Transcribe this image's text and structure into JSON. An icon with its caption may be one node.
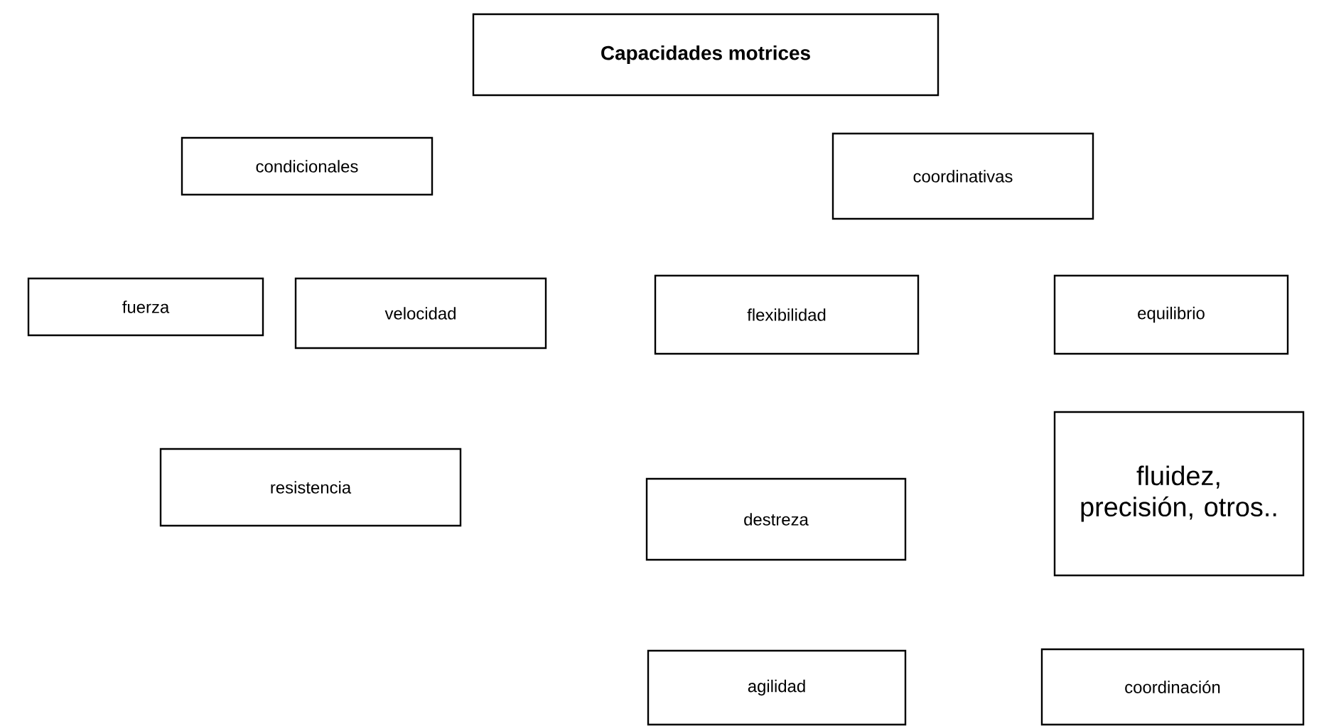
{
  "diagram": {
    "nodes": [
      {
        "text": [
          "Capacidades motrices"
        ]
      },
      {
        "text": [
          "condicionales"
        ]
      },
      {
        "text": [
          "coordinativas"
        ]
      },
      {
        "text": [
          "fuerza"
        ]
      },
      {
        "text": [
          "velocidad"
        ]
      },
      {
        "text": [
          "flexibilidad"
        ]
      },
      {
        "text": [
          "equilibrio"
        ]
      },
      {
        "text": [
          "resistencia"
        ]
      },
      {
        "text": [
          "fluidez, precisión, otros.."
        ]
      },
      {
        "text": [
          "destreza"
        ]
      },
      {
        "text": [
          "agilidad"
        ]
      },
      {
        "text": [
          "coordinación"
        ]
      }
    ]
  }
}
